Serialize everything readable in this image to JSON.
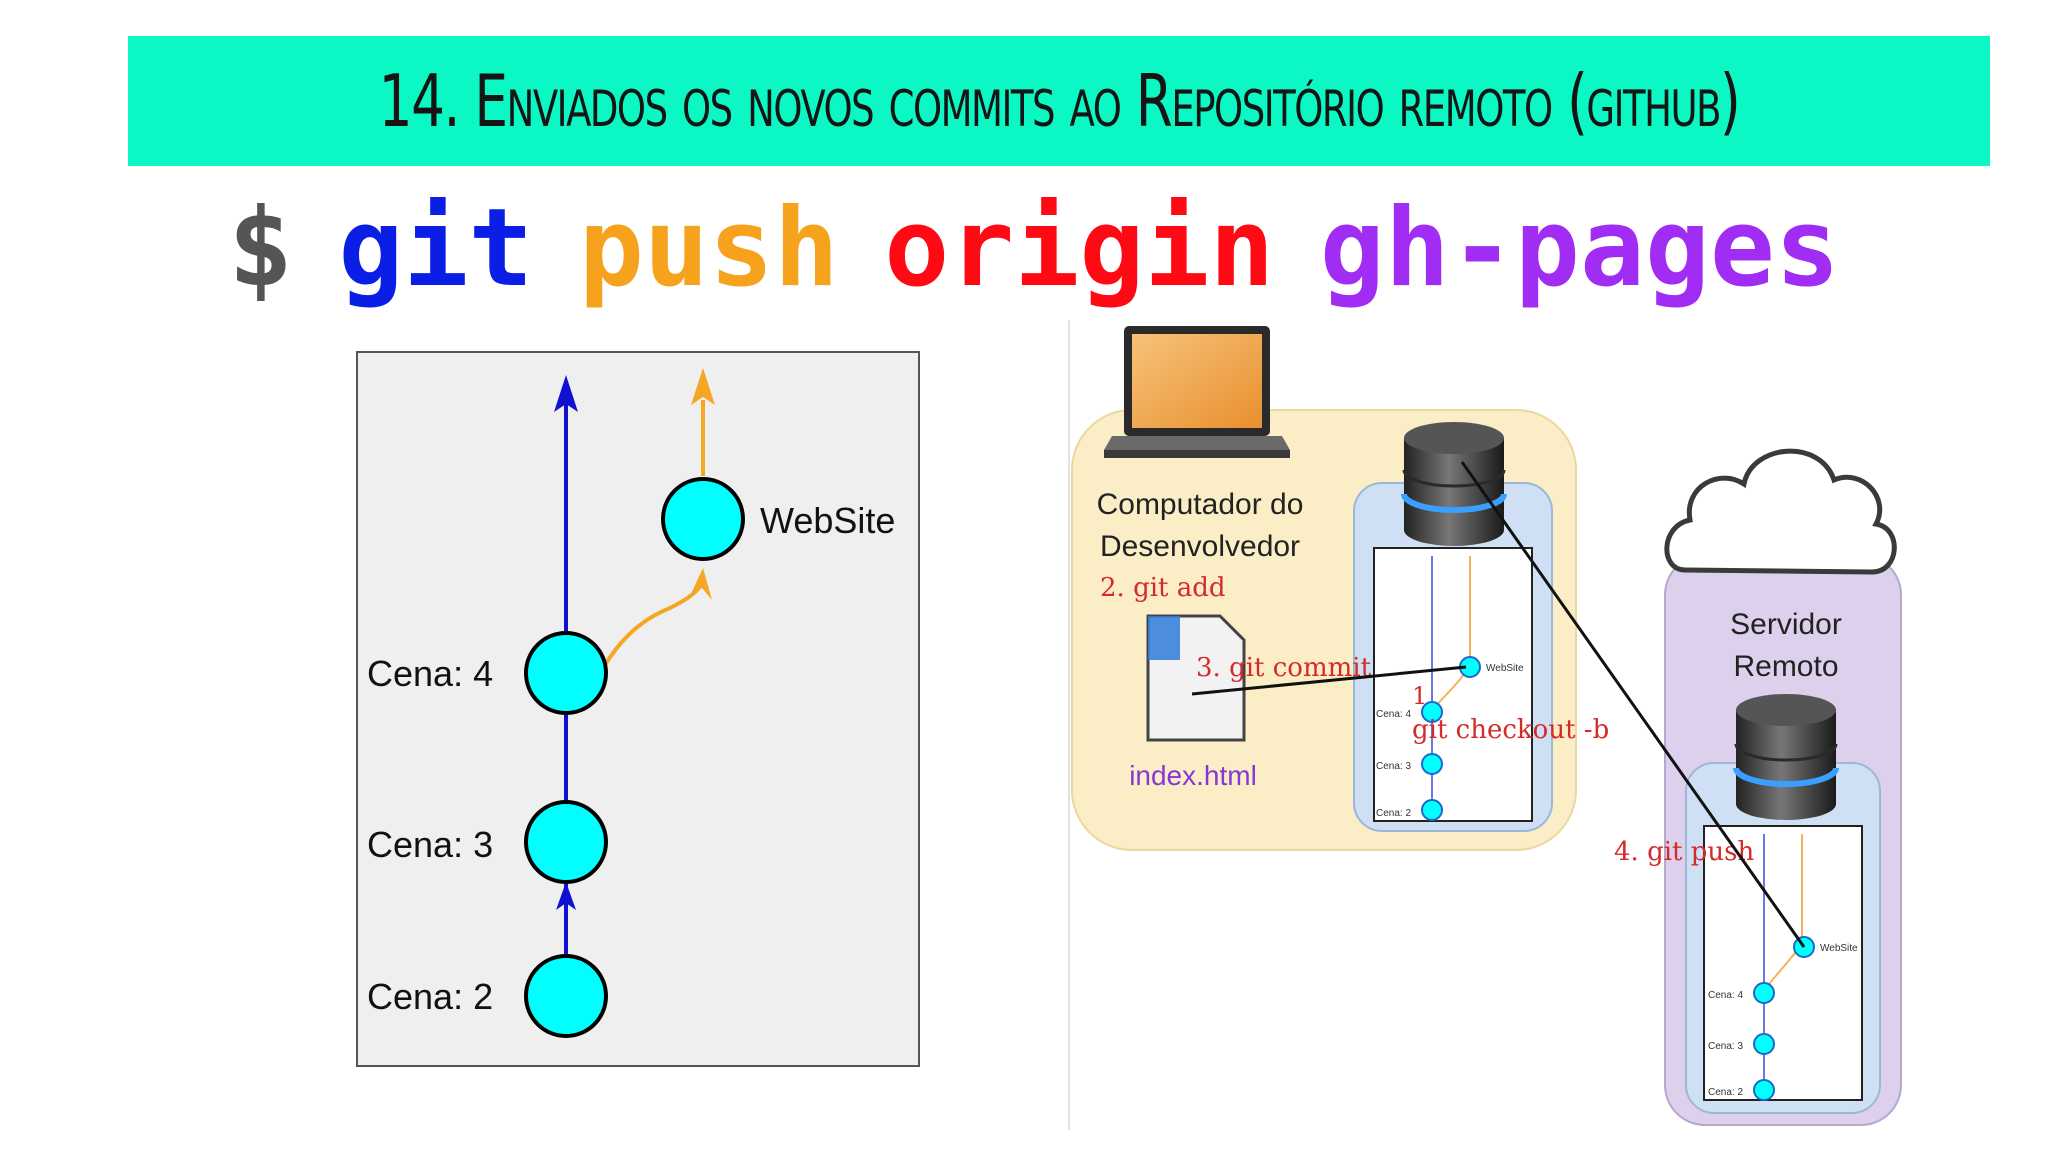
{
  "title": "14. Enviados os novos commits ao Repositório remoto (github)",
  "command": {
    "prompt": "$",
    "git": "git",
    "push": "push",
    "remote": "origin",
    "branch": "gh-pages"
  },
  "colors": {
    "title_bg": "#0bf7c3",
    "prompt": "#555555",
    "git": "#0a1ee6",
    "push": "#f6a21c",
    "remote": "#ff0a14",
    "branch": "#a12cf4",
    "commit_fill": "#00ffff",
    "master_line": "#1010d0",
    "branch_line": "#f5a623",
    "annotation": "#d42a2a"
  },
  "left_diagram": {
    "commits": [
      "Cena: 2",
      "Cena: 3",
      "Cena: 4"
    ],
    "branch_commit": "WebSite"
  },
  "right_diagram": {
    "developer_label_1": "Computador do",
    "developer_label_2": "Desenvolvedor",
    "file_label": "index.html",
    "server_label_1": "Servidor",
    "server_label_2": "Remoto",
    "steps": [
      "1",
      "git checkout -b",
      "2. git add",
      "3. git commit",
      "4. git push"
    ],
    "mini_commits": [
      "Cena: 4",
      "Cena: 3",
      "Cena: 2"
    ],
    "mini_branch_commit": "WebSite"
  }
}
